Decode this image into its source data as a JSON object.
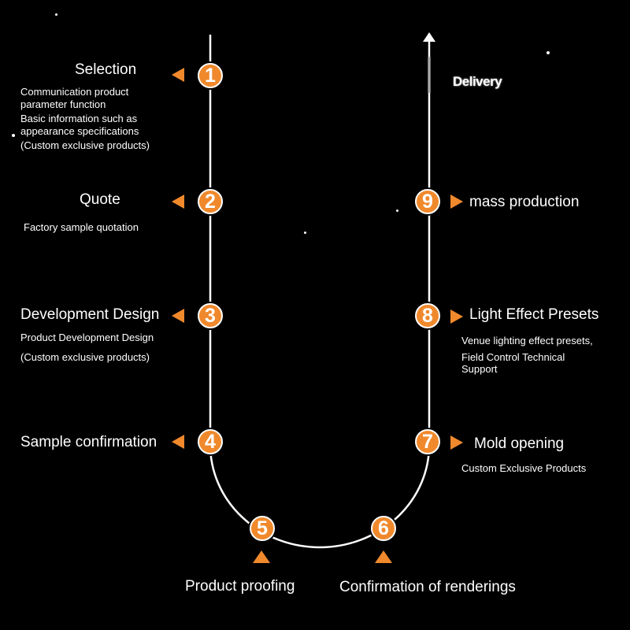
{
  "colors": {
    "accent": "#f0892c",
    "line": "#ffffff",
    "background": "#000000"
  },
  "steps": [
    {
      "number": "1",
      "title": "Selection",
      "desc": [
        "Communication product parameter function",
        "Basic information such as appearance specifications",
        "(Custom exclusive products)"
      ]
    },
    {
      "number": "2",
      "title": "Quote",
      "desc": [
        "Factory sample quotation"
      ]
    },
    {
      "number": "3",
      "title": "Development Design",
      "desc": [
        "Product Development Design",
        "(Custom exclusive products)"
      ]
    },
    {
      "number": "4",
      "title": "Sample confirmation"
    },
    {
      "number": "5",
      "title": "Product proofing"
    },
    {
      "number": "6",
      "title": "Confirmation of renderings"
    },
    {
      "number": "7",
      "title": "Mold opening",
      "desc": [
        "Custom Exclusive Products"
      ]
    },
    {
      "number": "8",
      "title": "Light Effect Presets",
      "desc": [
        "Venue lighting effect presets,",
        "Field Control Technical Support"
      ]
    },
    {
      "number": "9",
      "title": "mass production"
    }
  ],
  "end_label": "Delivery"
}
